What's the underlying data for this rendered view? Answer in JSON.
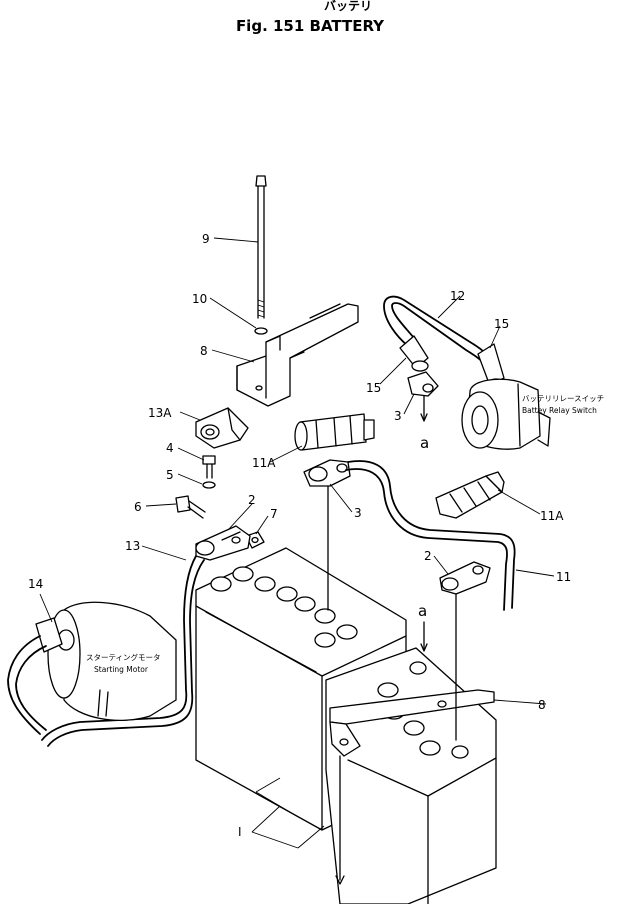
{
  "header": {
    "title_jp": "バッテリ",
    "title": "Fig. 151 BATTERY"
  },
  "callouts": {
    "c9": "9",
    "c10": "10",
    "c8_top": "8",
    "c13a": "13A",
    "c4": "4",
    "c5": "5",
    "c6": "6",
    "c2_left": "2",
    "c7": "7",
    "c13": "13",
    "c14": "14",
    "c11a_left": "11A",
    "c3_mid": "3",
    "c12": "12",
    "c15_right": "15",
    "c15_left": "15",
    "c3_top": "3",
    "c11a_right": "11A",
    "c2_right": "2",
    "c11": "11",
    "c8_right": "8",
    "c1": "I"
  },
  "labels": {
    "a_top": "a",
    "a_mid": "a",
    "relay_jp": "バッテリリレースイッチ",
    "relay_en": "Battey Relay Switch",
    "motor_jp": "スターティングモータ",
    "motor_en": "Starting Motor"
  },
  "colors": {
    "line": "#000000",
    "paper": "#ffffff"
  }
}
